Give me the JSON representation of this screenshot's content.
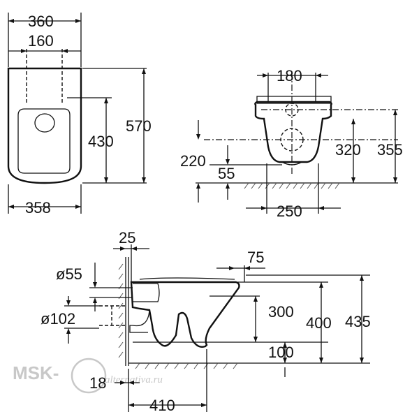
{
  "watermark": {
    "brand": "MSK-",
    "site": "alternativa.ru"
  },
  "top_view": {
    "width_top": "360",
    "bolt_spacing": "160",
    "width_bottom": "358",
    "bolt_distance": "430",
    "length": "570"
  },
  "front_view": {
    "bolt_width": "180",
    "height_small": "220",
    "outlet_height": "55",
    "height_320": "320",
    "height_355": "355",
    "outlet_spacing": "250"
  },
  "side_view": {
    "wall_gap": "25",
    "inlet_diameter": "ø55",
    "outlet_diameter": "ø102",
    "depth_gap": "75",
    "height_300": "300",
    "height_400": "400",
    "height_435": "435",
    "height_100": "100",
    "wall_offset": "18",
    "length_410": "410"
  }
}
